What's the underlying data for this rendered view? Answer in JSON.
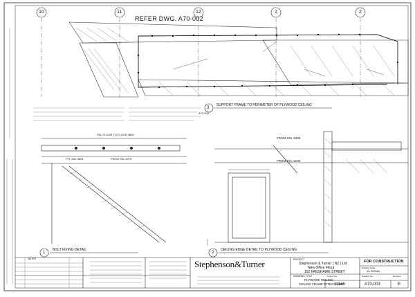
{
  "grid": {
    "bubbles": [
      "10",
      "11",
      "12",
      "1",
      "2"
    ]
  },
  "refer_label": "REFER DWG. A70-002",
  "details": {
    "support_frame": {
      "ref": "A70-002",
      "number": "3",
      "title": "SUPPORT FRAME TO PERIMETER OF PLYWOOD CEILING"
    },
    "bolt_fixing": {
      "number": "1",
      "title": "BOLT FIXING DETAIL"
    },
    "ceiling_edge": {
      "number": "2",
      "title": "CEILING EDGE DETAIL TO PLYWOOD CEILING"
    }
  },
  "levels": {
    "floor": "SSL FLOOR TO FLOOR 3800",
    "ffl_a": "FFL SSL 3625",
    "ffl_b": "FROM SSL 3375",
    "ssl_3200": "FROM SSL 3200",
    "ssl_3100": "FROM SSL 3100"
  },
  "firm": {
    "name": "Stephenson&Turner"
  },
  "project": {
    "client": "Stephenson & Turner ( NZ ) Ltd",
    "name": "New Office Fitout",
    "address": "152 FANSHAWE STREET"
  },
  "drawing": {
    "title_line1": "PLYWOOD CEILING",
    "title_line2": "CEILING FRAME STRUCTURE",
    "status": "FOR CONSTRUCTION",
    "scale": "AS SHOWN",
    "project_no": "11146",
    "drawing_no": "A70-003",
    "revision": "E"
  },
  "labels": {
    "project_hdr": "PROJECT",
    "drawing_title_hdr": "DRAWING TITLE",
    "drawing_scale_hdr": "Drawing Scale",
    "project_no_hdr": "Project No.",
    "drawing_no_hdr": "Drawing No.",
    "revision_hdr": "Revision",
    "notes_hdr": "NOTES"
  }
}
